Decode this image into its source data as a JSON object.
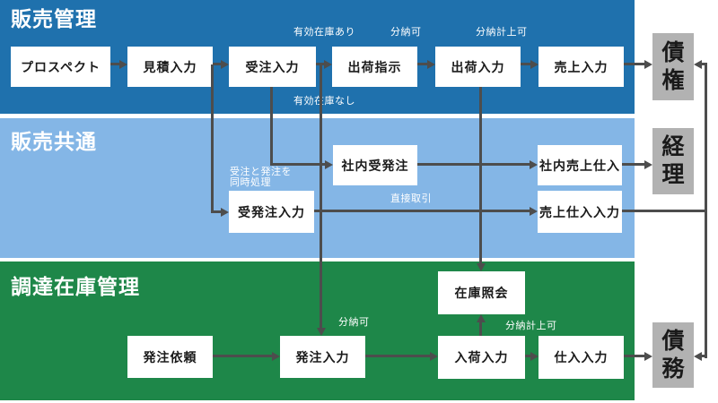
{
  "colors": {
    "band_sales": "#1f71ad",
    "band_common": "#84b6e6",
    "band_procurement": "#1e8749",
    "ledger_bg": "#b2b2b2",
    "process_box_bg": "#ffffff",
    "process_box_text": "#1a1a1a",
    "arrow": "#4d4d4d",
    "flow_label_text": "#ffffff"
  },
  "bands": {
    "sales": {
      "label": "販売管理"
    },
    "common": {
      "label": "販売共通"
    },
    "procurement": {
      "label": "調達在庫管理"
    }
  },
  "boxes": {
    "prospect": {
      "label": "プロスペクト"
    },
    "quote_entry": {
      "label": "見積入力"
    },
    "order_entry": {
      "label": "受注入力"
    },
    "shipping_instruction": {
      "label": "出荷指示"
    },
    "shipping_entry": {
      "label": "出荷入力"
    },
    "sales_entry": {
      "label": "売上入力"
    },
    "internal_order": {
      "label": "社内受発注"
    },
    "internal_sales_purchase": {
      "label": "社内売上仕入"
    },
    "order_po_entry": {
      "label": "受発注入力"
    },
    "sales_purchase_entry": {
      "label": "売上仕入入力"
    },
    "po_request": {
      "label": "発注依頼"
    },
    "po_entry": {
      "label": "発注入力"
    },
    "stock_inquiry": {
      "label": "在庫照会"
    },
    "receiving_entry": {
      "label": "入荷入力"
    },
    "purchase_entry": {
      "label": "仕入入力"
    }
  },
  "ledgers": {
    "receivables": {
      "label": "債権"
    },
    "accounting": {
      "label": "経理"
    },
    "payables": {
      "label": "債務"
    }
  },
  "edge_labels": {
    "stock_available": "有効在庫あり",
    "partial_delivery_ok_sales": "分納可",
    "partial_posting_ok_sales": "分納計上可",
    "stock_unavailable": "有効在庫なし",
    "order_and_po_together": "受注と発注を\n同時処理",
    "direct_transaction": "直接取引",
    "partial_delivery_ok_procurement": "分納可",
    "partial_posting_ok_procurement": "分納計上可"
  }
}
